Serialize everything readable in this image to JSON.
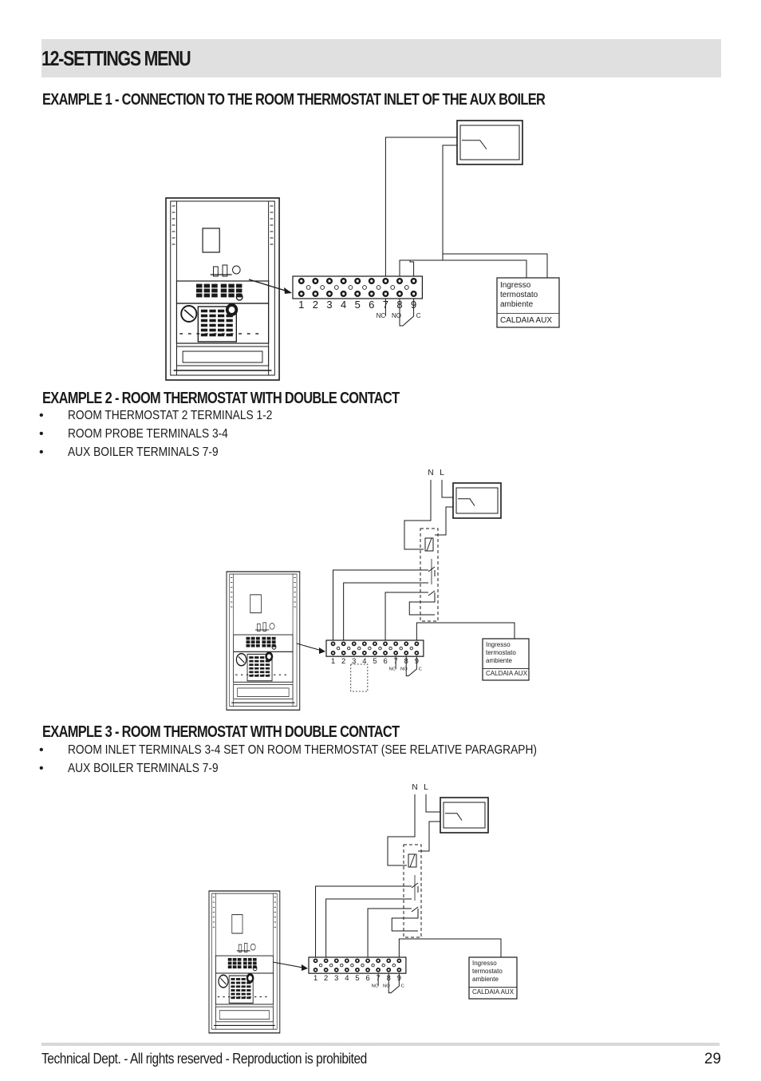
{
  "page": {
    "title": "12-SETTINGS MENU",
    "footer_text": "Technical Dept. - All rights reserved - Reproduction is prohibited",
    "page_number": "29",
    "bullet_symbol": "•"
  },
  "example1": {
    "heading": "EXAMPLE 1 - CONNECTION TO THE ROOM THERMOSTAT INLET OF THE AUX BOILER"
  },
  "example2": {
    "heading": "EXAMPLE 2 - ROOM THERMOSTAT WITH DOUBLE CONTACT",
    "bullets": [
      "ROOM THERMOSTAT 2 TERMINALS 1-2",
      "ROOM PROBE TERMINALS 3-4",
      "AUX BOILER TERMINALS 7-9"
    ]
  },
  "example3": {
    "heading": "EXAMPLE 3 - ROOM THERMOSTAT WITH DOUBLE CONTACT",
    "bullets": [
      "ROOM INLET TERMINALS 3-4 SET ON ROOM THERMOSTAT (SEE RELATIVE PARAGRAPH)",
      "AUX BOILER TERMINALS 7-9"
    ]
  },
  "diagram": {
    "terminal_numbers": [
      "1",
      "2",
      "3",
      "4",
      "5",
      "6",
      "7",
      "8",
      "9"
    ],
    "contact_labels": {
      "nc": "NC",
      "no": "NO",
      "c": "C"
    },
    "supply_labels": {
      "n": "N",
      "l": "L"
    },
    "aux_box": {
      "line1": "Ingresso",
      "line2": "termostato",
      "line3": "ambiente",
      "footer": "CALDAIA AUX"
    }
  }
}
